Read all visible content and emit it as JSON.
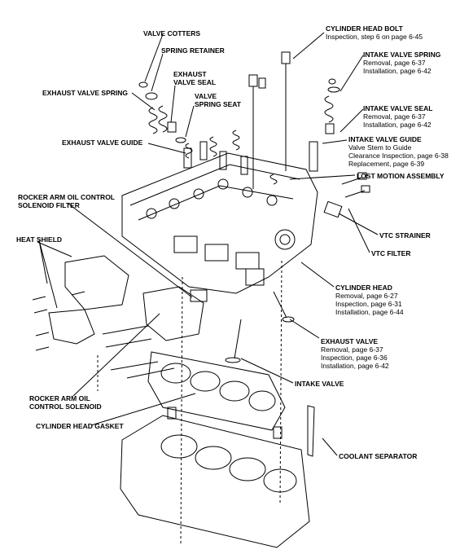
{
  "callouts": {
    "valve_cotters": {
      "title": "VALVE COTTERS"
    },
    "spring_retainer": {
      "title": "SPRING RETAINER"
    },
    "exhaust_valve_seal": {
      "title_l1": "EXHAUST",
      "title_l2": "VALVE SEAL"
    },
    "valve_spring_seat": {
      "title_l1": "VALVE",
      "title_l2": "SPRING SEAT"
    },
    "exhaust_valve_spring": {
      "title": "EXHAUST VALVE SPRING"
    },
    "exhaust_valve_guide": {
      "title": "EXHAUST VALVE GUIDE"
    },
    "cylinder_head_bolt": {
      "title": "CYLINDER HEAD BOLT",
      "sub1": "Inspection, step 6 on page 6-45"
    },
    "intake_valve_spring": {
      "title": "INTAKE VALVE SPRING",
      "sub1": "Removal, page 6-37",
      "sub2": "Installation, page 6-42"
    },
    "intake_valve_seal": {
      "title": "INTAKE VALVE SEAL",
      "sub1": "Removal, page 6-37",
      "sub2": "Installation, page 6-42"
    },
    "intake_valve_guide": {
      "title": "INTAKE VALVE GUIDE",
      "sub1": "Valve Stem to Guide",
      "sub2": "Clearance Inspection, page 6-38",
      "sub3": "Replacement, page 6-39"
    },
    "lost_motion_assembly": {
      "title": "LOST MOTION ASSEMBLY"
    },
    "rocker_filter": {
      "title_l1": "ROCKER ARM OIL CONTROL",
      "title_l2": "SOLENOID FILTER"
    },
    "heat_shield": {
      "title": "HEAT SHIELD"
    },
    "vtc_strainer": {
      "title": "VTC STRAINER"
    },
    "vtc_filter": {
      "title": "VTC FILTER"
    },
    "cylinder_head": {
      "title": "CYLINDER HEAD",
      "sub1": "Removal, page 6-27",
      "sub2": "Inspection, page 6-31",
      "sub3": "Installation, page 6-44"
    },
    "exhaust_valve": {
      "title": "EXHAUST VALVE",
      "sub1": "Removal, page 6-37",
      "sub2": "Inspection, page 6-36",
      "sub3": "Installation, page 6-42"
    },
    "intake_valve": {
      "title": "INTAKE VALVE"
    },
    "rocker_solenoid": {
      "title_l1": "ROCKER ARM OIL",
      "title_l2": "CONTROL SOLENOID"
    },
    "cylinder_head_gasket": {
      "title": "CYLINDER HEAD GASKET"
    },
    "coolant_separator": {
      "title": "COOLANT SEPARATOR"
    }
  },
  "colors": {
    "line": "#000000",
    "background": "#ffffff"
  }
}
